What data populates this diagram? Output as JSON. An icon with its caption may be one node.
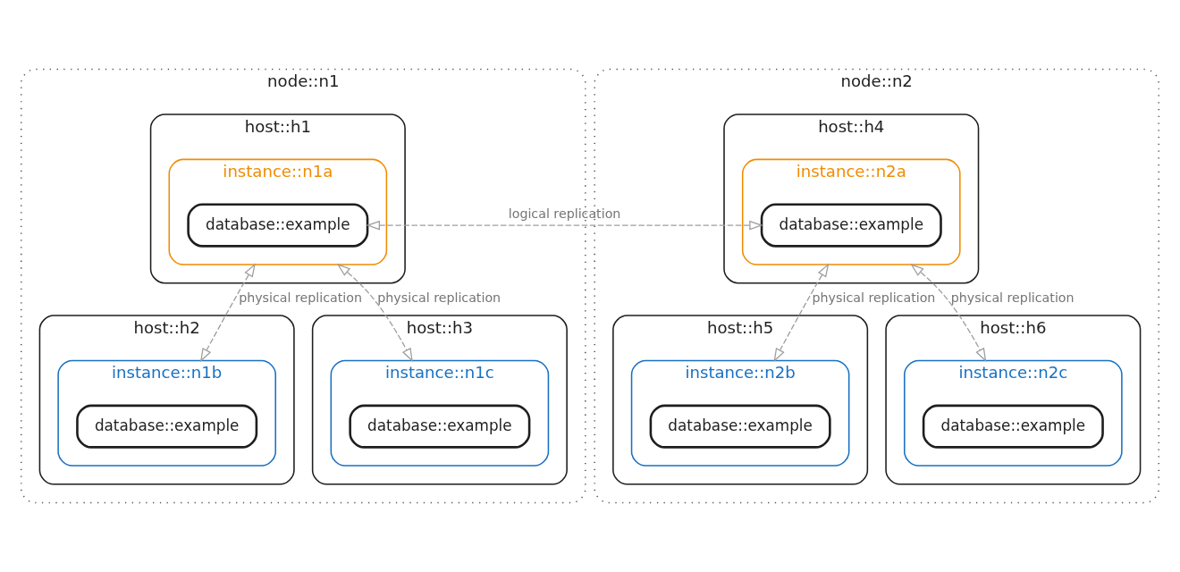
{
  "diagram": {
    "nodes": [
      {
        "text": [
          "node::n1"
        ]
      },
      {
        "text": [
          "host::h1"
        ],
        "in": 0
      },
      {
        "text": [
          "instance::n1a"
        ],
        "in": 1
      },
      {
        "text": [
          "database::example"
        ],
        "in": 2
      },
      {
        "text": [
          "host::h2"
        ],
        "in": 0
      },
      {
        "text": [
          "instance::n1b"
        ],
        "in": 4
      },
      {
        "text": [
          "database::example"
        ],
        "in": 5
      },
      {
        "text": [
          "host::h3"
        ],
        "in": 0
      },
      {
        "text": [
          "instance::n1c"
        ],
        "in": 7
      },
      {
        "text": [
          "database::example"
        ],
        "in": 8
      },
      {
        "text": [
          "node::n2"
        ]
      },
      {
        "text": [
          "host::h4"
        ],
        "in": 10
      },
      {
        "text": [
          "instance::n2a"
        ],
        "in": 11
      },
      {
        "text": [
          "database::example"
        ],
        "in": 12
      },
      {
        "text": [
          "host::h5"
        ],
        "in": 10
      },
      {
        "text": [
          "instance::n2b"
        ],
        "in": 14
      },
      {
        "text": [
          "database::example"
        ],
        "in": 15
      },
      {
        "text": [
          "host::h6"
        ],
        "in": 10
      },
      {
        "text": [
          "instance::n2c"
        ],
        "in": 17
      },
      {
        "text": [
          "database::example"
        ],
        "in": 18
      }
    ],
    "edges": [
      {
        "from": 3,
        "to": 13,
        "arrow": "both",
        "label": "logical replication",
        "style": "dashed"
      },
      {
        "from": 2,
        "to": 5,
        "arrow": "both",
        "label": "physical replication",
        "style": "dashed"
      },
      {
        "from": 2,
        "to": 8,
        "arrow": "both",
        "label": "physical replication",
        "style": "dashed"
      },
      {
        "from": 12,
        "to": 15,
        "arrow": "both",
        "label": "physical replication",
        "style": "dashed"
      },
      {
        "from": 12,
        "to": 18,
        "arrow": "both",
        "label": "physical replication",
        "style": "dashed"
      }
    ]
  }
}
